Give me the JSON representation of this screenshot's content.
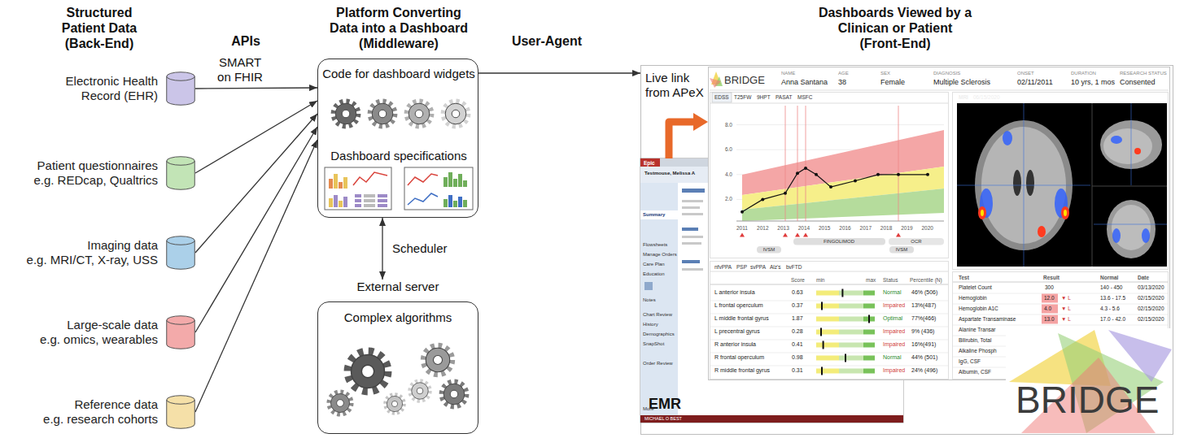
{
  "diagram": {
    "nodes": [
      {
        "text": [
          "Electronic Health Record (EHR)"
        ]
      },
      {
        "text": [
          "Patient questionnaires",
          "e.g. REDcap, Qualtrics"
        ]
      },
      {
        "text": [
          "Imaging data",
          "e.g. MRI/CT, X-ray, USS"
        ]
      },
      {
        "text": [
          "Large-scale data",
          "e.g. omics, wearables"
        ]
      },
      {
        "text": [
          "Reference data",
          "e.g. research cohorts"
        ]
      },
      {
        "text": [
          "Code for dashboard widgets",
          "Dashboard specifications"
        ]
      },
      {
        "text": [
          "External server",
          "Complex algorithms"
        ]
      },
      {
        "text": [
          "Live link from APeX"
        ]
      },
      {
        "text": [
          "EMR"
        ],
        "in": 7
      },
      {
        "text": [
          "BRIDGE"
        ],
        "in": 7
      }
    ],
    "edges": [
      {
        "from": 0,
        "to": 5,
        "arrow": "to",
        "label": "SMART on FHIR"
      },
      {
        "from": 1,
        "to": 5,
        "arrow": "to"
      },
      {
        "from": 2,
        "to": 5,
        "arrow": "to"
      },
      {
        "from": 3,
        "to": 5,
        "arrow": "to"
      },
      {
        "from": 4,
        "to": 5,
        "arrow": "to"
      },
      {
        "from": 5,
        "to": 7,
        "arrow": "to"
      },
      {
        "from": 5,
        "to": 6,
        "arrow": "both",
        "label": "Scheduler"
      },
      {
        "from": 8,
        "to": 9,
        "arrow": "to"
      }
    ],
    "labels": [
      "Structured Patient Data (Back-End)",
      "APIs",
      "Platform Converting Data into a Dashboard (Middleware)",
      "User-Agent",
      "Dashboards Viewed by a Clinican or Patient (Front-End)",
      "Epic",
      "Testmouse, Melissa A",
      "Summary",
      "Flowsheets",
      "Manage Orders",
      "Care Plan",
      "Education",
      "Notes",
      "Chart Review",
      "History",
      "Demographics",
      "SnapShot",
      "Order Review",
      "More",
      "MICHAEL O BEST",
      "NAME",
      "Anna Santana",
      "AGE",
      "38",
      "SEX",
      "Female",
      "DIAGNOSIS",
      "Multiple Sclerosis",
      "ONSET",
      "02/11/2011",
      "DURATION",
      "10 yrs, 1 mos",
      "RESEARCH STATUS",
      "Consented",
      "EDSS",
      "T25FW",
      "9HPT",
      "PASAT",
      "MSFC",
      "8.0",
      "6.0",
      "4.0",
      "2.0",
      "2011",
      "2012",
      "2013",
      "2014",
      "2015",
      "2016",
      "2017",
      "2018",
      "2019",
      "2020",
      "IVSM",
      "FINGOLIMOD",
      "IVSM",
      "OCR",
      "MRI",
      "06/15/2020",
      "nfvPPA",
      "PSP",
      "svPPA",
      "Alz's",
      "bvFTD",
      "Score",
      "min",
      "max",
      "Status",
      "Percentile (N)",
      "L anterior insula",
      "0.63",
      "Normal",
      "46% (506)",
      "L frontal operculum",
      "0.37",
      "Impaired",
      "13%(487)",
      "L middle frontal gyrus",
      "1.87",
      "Optimal",
      "77%(466)",
      "L precentral gyrus",
      "0.28",
      "Impaired",
      "9% (436)",
      "R anterior insula",
      "0.41",
      "Impaired",
      "16%(491)",
      "R frontal operculum",
      "0.98",
      "Normal",
      "44% (501)",
      "R middle frontal gyrus",
      "0.31",
      "Impaired",
      "24% (496)",
      "Test",
      "Result",
      "Normal",
      "Date",
      "Platelet Count",
      "300",
      "140 - 450",
      "03/13/2020",
      "Hemoglobin",
      "12.0",
      "▼ L",
      "13.6 - 17.5",
      "02/15/2020",
      "Hemoglobin A1C",
      "4.0",
      "▼ L",
      "4.3 - 5.6",
      "02/15/2020",
      "Aspartate Transaminase",
      "13.0",
      "▼ L",
      "17.0 - 42.0",
      "02/15/2020",
      "Alanine Transar",
      "Bilirubin, Total",
      "Alkaline Phosph",
      "IgG, CSF",
      "Albumin, CSF",
      "BRIDGE"
    ]
  }
}
